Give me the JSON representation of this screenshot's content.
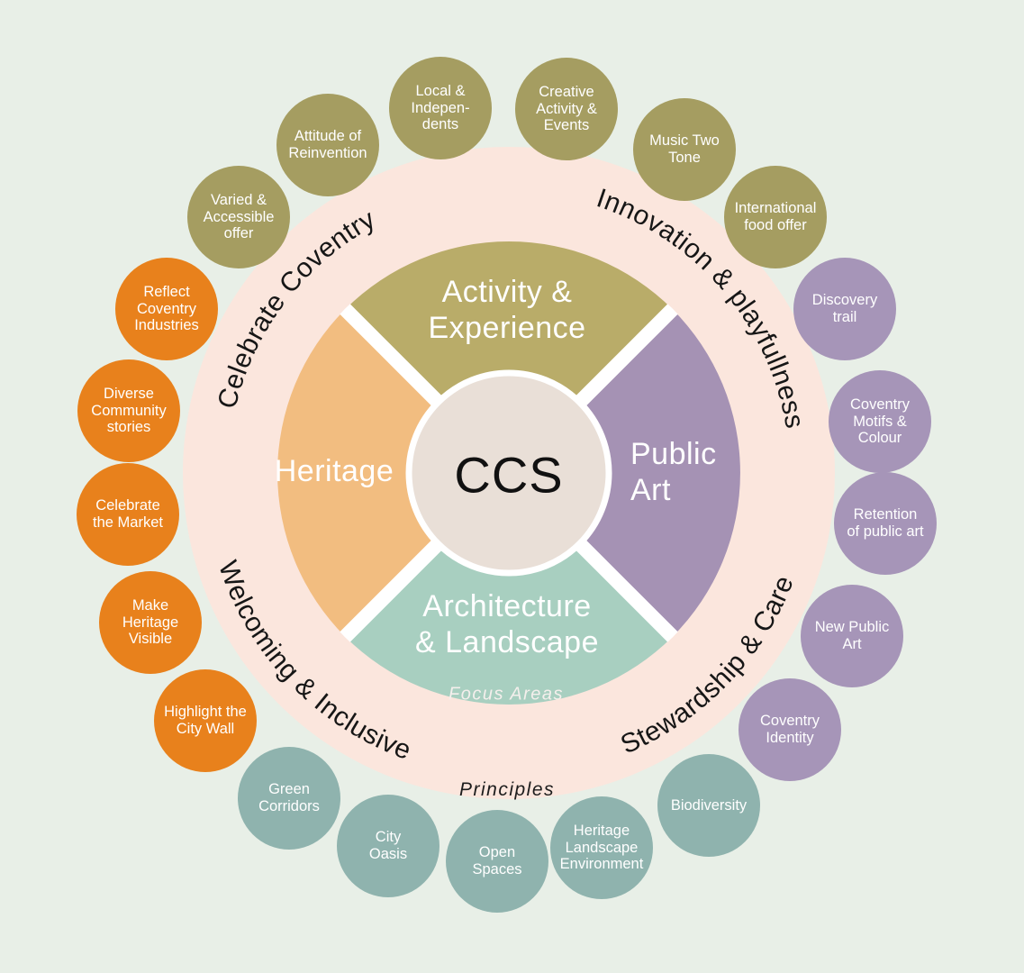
{
  "center": {
    "label": "CCS"
  },
  "captions": {
    "focus_areas": "Focus Areas",
    "principles": "Principles"
  },
  "focus_areas": {
    "activity": "Activity &\nExperience",
    "public_art": "Public\nArt",
    "heritage": "Heritage",
    "architecture": "Architecture\n& Landscape"
  },
  "principles": {
    "top_left": "Celebrate Coventry",
    "top_right": "Innovation & playfullness",
    "bottom_left": "Welcoming & Inclusive",
    "bottom_right": "Stewardship & Care"
  },
  "satellites": [
    {
      "label": "Varied &\nAccessible\noffer",
      "group": "olive"
    },
    {
      "label": "Attitude of\nReinvention",
      "group": "olive"
    },
    {
      "label": "Local &\nIndepen-\ndents",
      "group": "olive"
    },
    {
      "label": "Creative\nActivity &\nEvents",
      "group": "olive"
    },
    {
      "label": "Music Two\nTone",
      "group": "olive"
    },
    {
      "label": "International\nfood offer",
      "group": "olive"
    },
    {
      "label": "Discovery\ntrail",
      "group": "purple"
    },
    {
      "label": "Coventry\nMotifs &\nColour",
      "group": "purple"
    },
    {
      "label": "Retention\nof public art",
      "group": "purple"
    },
    {
      "label": "New Public\nArt",
      "group": "purple"
    },
    {
      "label": "Coventry\nIdentity",
      "group": "purple"
    },
    {
      "label": "Biodiversity",
      "group": "teal"
    },
    {
      "label": "Heritage\nLandscape\nEnvironment",
      "group": "teal"
    },
    {
      "label": "Open\nSpaces",
      "group": "teal"
    },
    {
      "label": "City\nOasis",
      "group": "teal"
    },
    {
      "label": "Green\nCorridors",
      "group": "teal"
    },
    {
      "label": "Highlight the\nCity Wall",
      "group": "orange"
    },
    {
      "label": "Make\nHeritage\nVisible",
      "group": "orange"
    },
    {
      "label": "Celebrate\nthe Market",
      "group": "orange"
    },
    {
      "label": "Diverse\nCommunity\nstories",
      "group": "orange"
    },
    {
      "label": "Reflect\nCoventry\nIndustries",
      "group": "orange"
    }
  ],
  "colors": {
    "background": "#e8efe7",
    "ring": "#fbe6dd",
    "center_circle": "#e9dfd7",
    "wedge_olive": "#b9ac69",
    "wedge_purple": "#a592b4",
    "wedge_teal": "#a8cfc0",
    "wedge_orange": "#f2bd80",
    "satellite_olive": "#a59d61",
    "satellite_purple": "#a695b8",
    "satellite_teal": "#8fb3ae",
    "satellite_orange": "#e8811c",
    "text_dark": "#161616",
    "text_light": "#ffffff"
  }
}
